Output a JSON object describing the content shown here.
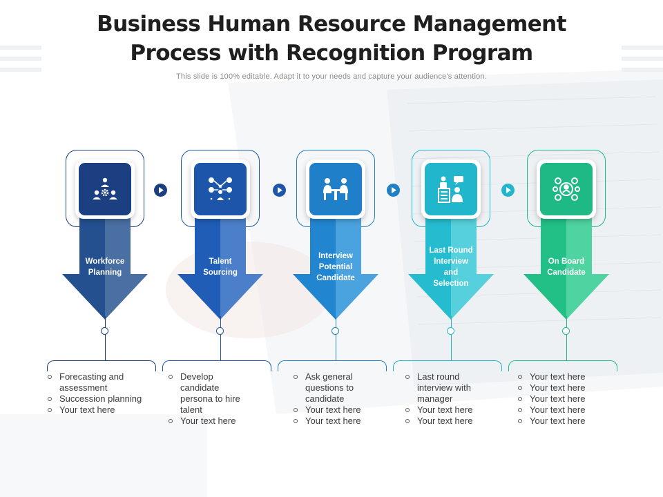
{
  "title_lines": [
    "Business Human Resource Management",
    "Process with Recognition Program"
  ],
  "subtitle": "This slide is 100% editable. Adapt it to your needs and capture your audience's attention.",
  "steps": [
    {
      "label": "Workforce Planning",
      "label_lines": [
        "Workforce",
        "Planning"
      ],
      "icon": "people-gear-icon",
      "colors": {
        "tile": "#1c3f82",
        "frame": "#1c3f82",
        "arrow_dark": "#24508f",
        "arrow_light": "#4a6fa3"
      },
      "bullets": [
        "Forecasting and assessment",
        "Succession planning",
        "Your text here"
      ],
      "bullet_lines": [
        [
          "Forecasting and",
          "assessment"
        ],
        [
          "Succession planning"
        ],
        [
          "Your text here"
        ]
      ]
    },
    {
      "label": "Talent Sourcing",
      "label_lines": [
        "Talent",
        "Sourcing"
      ],
      "icon": "talent-network-icon",
      "colors": {
        "tile": "#1d55aa",
        "frame": "#1d55aa",
        "arrow_dark": "#1f5db7",
        "arrow_light": "#4b7fc9"
      },
      "bullets": [
        "Develop candidate persona to hire talent",
        "Your text here"
      ],
      "bullet_lines": [
        [
          "Develop",
          "candidate",
          "persona to hire",
          "talent"
        ],
        [
          "Your text here"
        ]
      ]
    },
    {
      "label": "Interview Potential Candidate",
      "label_lines": [
        "Interview",
        "Potential",
        "Candidate"
      ],
      "icon": "interview-desk-icon",
      "colors": {
        "tile": "#1f7fc8",
        "frame": "#1f7fc8",
        "arrow_dark": "#2285cf",
        "arrow_light": "#4aa2de"
      },
      "bullets": [
        "Ask general questions to candidate",
        "Your text here",
        "Your text here"
      ],
      "bullet_lines": [
        [
          "Ask general",
          "questions to",
          "candidate"
        ],
        [
          "Your text here"
        ],
        [
          "Your text here"
        ]
      ]
    },
    {
      "label": "Last Round Interview and Selection",
      "label_lines": [
        "Last Round",
        "Interview",
        "and",
        "Selection"
      ],
      "icon": "selection-interview-icon",
      "colors": {
        "tile": "#22b6cc",
        "frame": "#22b6cc",
        "arrow_dark": "#25bccf",
        "arrow_light": "#55d0dc"
      },
      "bullets": [
        "Last round interview with manager",
        "Your text here",
        "Your text here"
      ],
      "bullet_lines": [
        [
          "Last round",
          "interview with",
          "manager"
        ],
        [
          "Your text here"
        ],
        [
          "Your text here"
        ]
      ]
    },
    {
      "label": "On Board Candidate",
      "label_lines": [
        "On Board",
        "Candidate"
      ],
      "icon": "team-network-icon",
      "colors": {
        "tile": "#1fb985",
        "frame": "#1fb985",
        "arrow_dark": "#22bf86",
        "arrow_light": "#4fd3a0"
      },
      "bullets": [
        "Your text here",
        "Your text here",
        "Your text here",
        "Your text here",
        "Your text here"
      ],
      "bullet_lines": [
        [
          "Your text here"
        ],
        [
          "Your text here"
        ],
        [
          "Your text here"
        ],
        [
          "Your text here"
        ],
        [
          "Your text here"
        ]
      ]
    }
  ],
  "connector_icon": "play-circle-icon",
  "connector_colors": [
    "#1c3f82",
    "#1d55aa",
    "#1f7fc8",
    "#22b6cc"
  ]
}
